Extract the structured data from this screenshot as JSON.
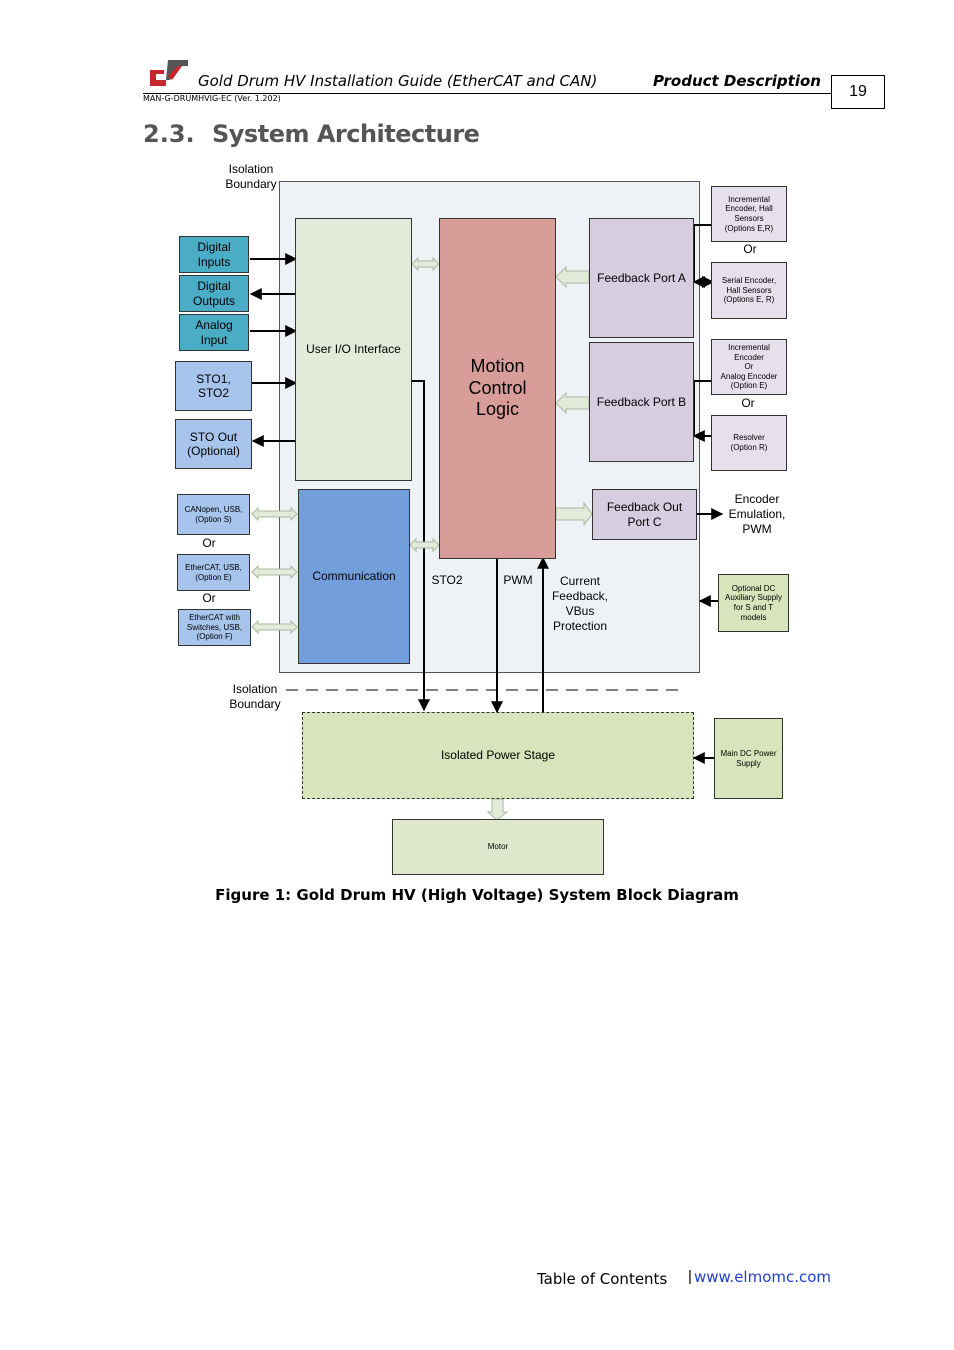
{
  "header": {
    "title": "Gold Drum HV Installation Guide (EtherCAT and CAN)",
    "section": "Product Description",
    "doc_id": "MAN-G-DRUMHVIG-EC (Ver. 1.202)",
    "page_number": "19"
  },
  "section": {
    "number": "2.3.",
    "title": "System Architecture"
  },
  "diagram": {
    "isolation_top": [
      "Isolation",
      "Boundary"
    ],
    "isolation_bottom": [
      "Isolation",
      "Boundary"
    ],
    "digital_inputs": [
      "Digital",
      "Inputs"
    ],
    "digital_outputs": [
      "Digital",
      "Outputs"
    ],
    "analog_input": [
      "Analog",
      "Input"
    ],
    "sto": [
      "STO1,",
      "STO2"
    ],
    "sto_out": [
      "STO Out",
      "(Optional)"
    ],
    "canopen": [
      "CANopen, USB,",
      "(Option S)"
    ],
    "ethercat": [
      "EtherCAT, USB,",
      "(Option E)"
    ],
    "ethercat_switch": [
      "EtherCAT with",
      "Switches, USB,",
      "(Option F)"
    ],
    "or": "Or",
    "user_io": "User I/O Interface",
    "communication": "Communication",
    "motion_control": [
      "Motion",
      "Control",
      "Logic"
    ],
    "feedback_a": "Feedback Port A",
    "feedback_b": "Feedback Port B",
    "feedback_out": [
      "Feedback Out",
      "Port C"
    ],
    "inc_encoder_hall": [
      "Incremental",
      "Encoder, Hall",
      "Sensors",
      "(Options E,R)"
    ],
    "serial_encoder": [
      "Serial Encoder,",
      "Hall Sensors",
      "(Options E, R)"
    ],
    "inc_or_analog": [
      "Incremental",
      "Encoder",
      "Or",
      "Analog Encoder",
      "(Option E)"
    ],
    "resolver": [
      "Resolver",
      "(Option R)"
    ],
    "encoder_emulation": [
      "Encoder",
      "Emulation,",
      "PWM"
    ],
    "aux_supply": [
      "Optional DC",
      "Auxiliary Supply",
      "for S and T",
      "models"
    ],
    "sto2": "STO2",
    "pwm": "PWM",
    "current_feedback": [
      "Current",
      "Feedback,",
      "VBus",
      "Protection"
    ],
    "power_stage": "Isolated Power Stage",
    "main_dc": [
      "Main DC Power",
      "Supply"
    ],
    "motor": "Motor"
  },
  "caption": "Figure 1: Gold Drum HV (High Voltage) System Block Diagram",
  "footer": {
    "toc": "Table of Contents",
    "separator": "|",
    "website": "www.elmomc.com"
  },
  "colors": {
    "teal": "#4bacc6",
    "light_blue": "#a6c4ec",
    "comm_blue": "#729fdc",
    "motion_red": "#d99d99",
    "feedback_purple": "#d6cde0",
    "io_green": "#e2ead9",
    "power_green": "#d8e4bc",
    "housing": "#eef2f7",
    "link_blue": "#1f3fcc"
  }
}
